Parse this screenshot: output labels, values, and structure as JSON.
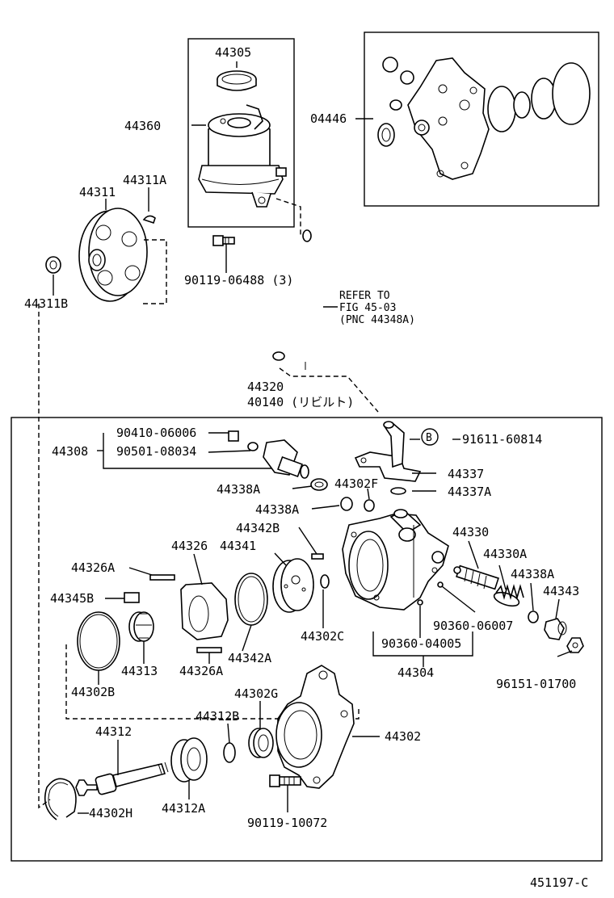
{
  "labels": {
    "p44305": "44305",
    "p44360": "44360",
    "p04446": "04446",
    "p44311A": "44311A",
    "p44311": "44311",
    "p44311B": "44311B",
    "p90119_06488": "90119-06488 (3)",
    "refer1": "REFER TO",
    "refer2": "FIG 45-03",
    "refer3": "(PNC 44348A)",
    "p44320": "44320",
    "p40140": "40140 (リビルト)",
    "p90410": "90410-06006",
    "p44308": "44308",
    "p90501": "90501-08034",
    "pB": "B",
    "p91611": "91611-60814",
    "p44337": "44337",
    "p44338A_1": "44338A",
    "p44302F": "44302F",
    "p44337A": "44337A",
    "p44338A_2": "44338A",
    "p44342B": "44342B",
    "p44330": "44330",
    "p44326": "44326",
    "p44341": "44341",
    "p44330A": "44330A",
    "p44326A_1": "44326A",
    "p44338A_3": "44338A",
    "p44343": "44343",
    "p44345B": "44345B",
    "p90360_06007": "90360-06007",
    "p44302C": "44302C",
    "p90360_04005": "90360-04005",
    "p44313": "44313",
    "p44326A_2": "44326A",
    "p44342A": "44342A",
    "p44304": "44304",
    "p96151": "96151-01700",
    "p44302B": "44302B",
    "p44302G": "44302G",
    "p44312B": "44312B",
    "p44312": "44312",
    "p44302": "44302",
    "p44302H": "44302H",
    "p44312A": "44312A",
    "p90119_10072": "90119-10072",
    "figure_id": "451197-C"
  }
}
